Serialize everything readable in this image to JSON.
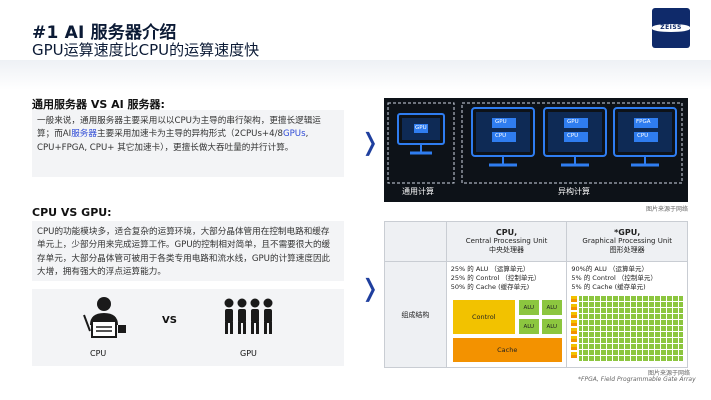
{
  "header": {
    "title": "#1 AI 服务器介绍",
    "subtitle": "GPU运算速度比CPU的运算速度快",
    "logo_text": "ZEISS"
  },
  "section1": {
    "heading": "通用服务器 VS AI 服务器:",
    "text_a": "一般来说，通用服务器主要采用以以CPU为主导的串行架构，更擅长逻辑运算；而AI",
    "text_hl1": "服务器",
    "text_b": "主要采用加速卡为主导的异构形式（2CPUs+4/8",
    "text_hl2": "GPUs",
    "text_c": ", CPU+FPGA, CPU+ 其它加速卡），更擅长做大吞吐量的并行计算。"
  },
  "section2": {
    "heading": "CPU VS GPU:",
    "text": "CPU的功能模块多，适合复杂的运算环境，大部分晶体管用在控制电路和缓存单元上，少部分用来完成运算工作。GPU的控制相对简单，且不需要很大的缓存单元，大部分晶体管可被用于各类专用电路和流水线，GPU的计算速度因此大增，拥有强大的浮点运算能力。"
  },
  "icons": {
    "cpu_label": "CPU",
    "vs_label": "VS",
    "gpu_label": "GPU"
  },
  "diagram": {
    "general_label": "通用计算",
    "hetero_label": "异构计算",
    "chip_gpu": "GPU",
    "chip_cpu": "CPU",
    "chip_fpga": "FPGA",
    "source": "图片来源于网络"
  },
  "compare": {
    "cpu_title": "CPU,",
    "cpu_sub1": "Central Processing Unit",
    "cpu_sub2": "中央处理器",
    "gpu_title": "*GPU,",
    "gpu_sub1": "Graphical Processing Unit",
    "gpu_sub2": "图形处理器",
    "cpu_stats": [
      "25% 的 ALU （运算单元）",
      "25% 的 Control （控制单元）",
      "50% 的 Cache (缓存单元)"
    ],
    "gpu_stats": [
      "90%的 ALU （运算单元）",
      "5% 的 Control （控制单元）",
      "5% 的 Cache (缓存单元)"
    ],
    "row_label": "组成结构",
    "control": "Control",
    "alu": "ALU",
    "cache": "Cache",
    "note1": "图片来源于网络",
    "note2": "*FPGA, Field Programmable Gate Array"
  },
  "colors": {
    "navy": "#0b1a35",
    "accent": "#2f4bd6",
    "alu_green": "#8cc63f",
    "control_yellow": "#f2c200",
    "cache_orange": "#f39200"
  }
}
